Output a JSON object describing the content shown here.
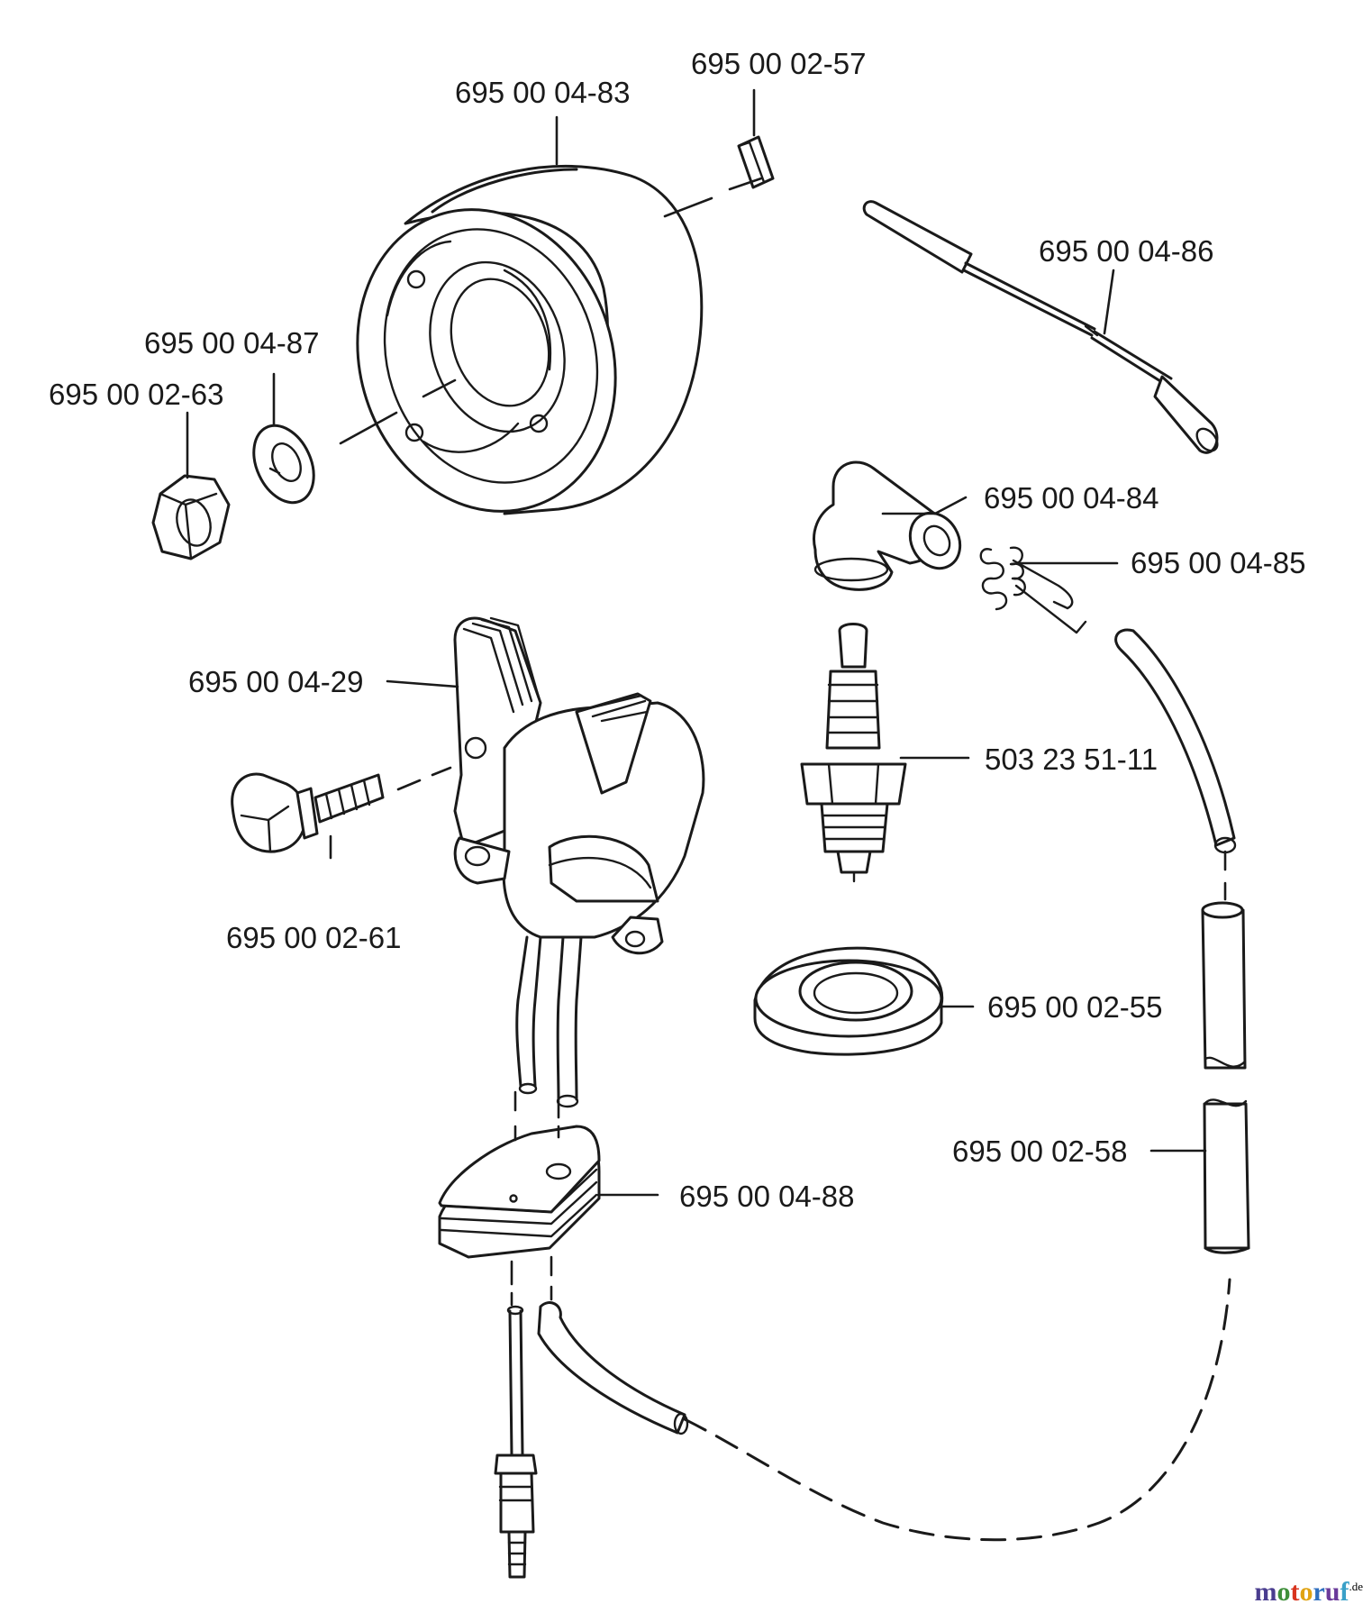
{
  "parts": {
    "flywheel": "695 00 04-83",
    "key": "695 00 02-57",
    "ignition_lead": "695 00 04-86",
    "spring_washer": "695 00 04-87",
    "nut": "695 00 02-63",
    "plug_cap": "695 00 04-84",
    "spring": "695 00 04-85",
    "ignition_module": "695 00 04-29",
    "spark_plug": "503 23 51-11",
    "screw": "695 00 02-61",
    "plug_boot": "695 00 02-55",
    "hose": "695 00 02-58",
    "terminal_block": "695 00 04-88"
  },
  "watermark": {
    "text": "motoruf",
    "suffix": ".de",
    "colors": [
      "#4a3d8f",
      "#3f8f3a",
      "#d8341e",
      "#e0a313",
      "#2f6fbf",
      "#6a3a9a",
      "#3aa0c8"
    ]
  }
}
